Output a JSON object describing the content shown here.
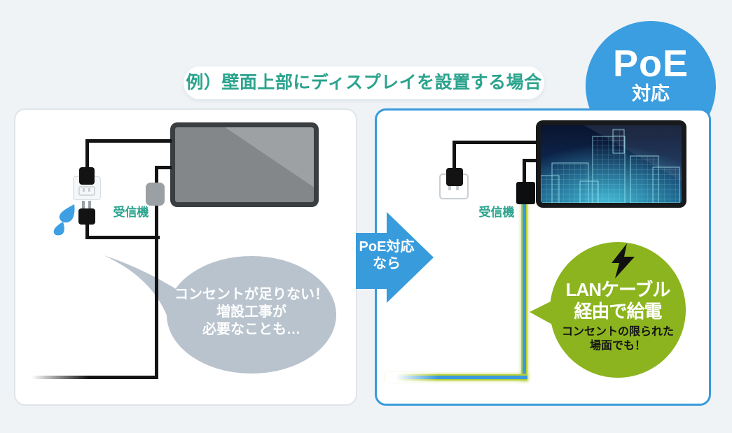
{
  "title": {
    "text": "例）壁面上部にディスプレイを設置する場合"
  },
  "poe_badge": {
    "line1": "PoE",
    "line2": "対応"
  },
  "arrow": {
    "line1": "PoE対応",
    "line2": "なら"
  },
  "left_panel": {
    "receiver_label": "受信機",
    "bubble_line1": "コンセントが足りない！",
    "bubble_line2": "増設工事が",
    "bubble_line3": "必要なことも…"
  },
  "right_panel": {
    "receiver_label": "受信機",
    "badge_line1": "LANケーブル",
    "badge_line2": "経由で給電",
    "badge_line3": "コンセントの限られた",
    "badge_line4": "場面でも！"
  },
  "colors": {
    "background": "#EFF3F6",
    "accent_blue": "#3B9EE0",
    "panel_border_blue": "#389BDB",
    "title_teal": "#2BA38D",
    "lan_green": "#8CB41E",
    "bubble_gray": "#B9C3CD",
    "cable_black": "#131313"
  },
  "icons": {
    "sweat_drops_icon": "blue teardrops",
    "lightning_bolt_icon": "black lightning bolt"
  }
}
